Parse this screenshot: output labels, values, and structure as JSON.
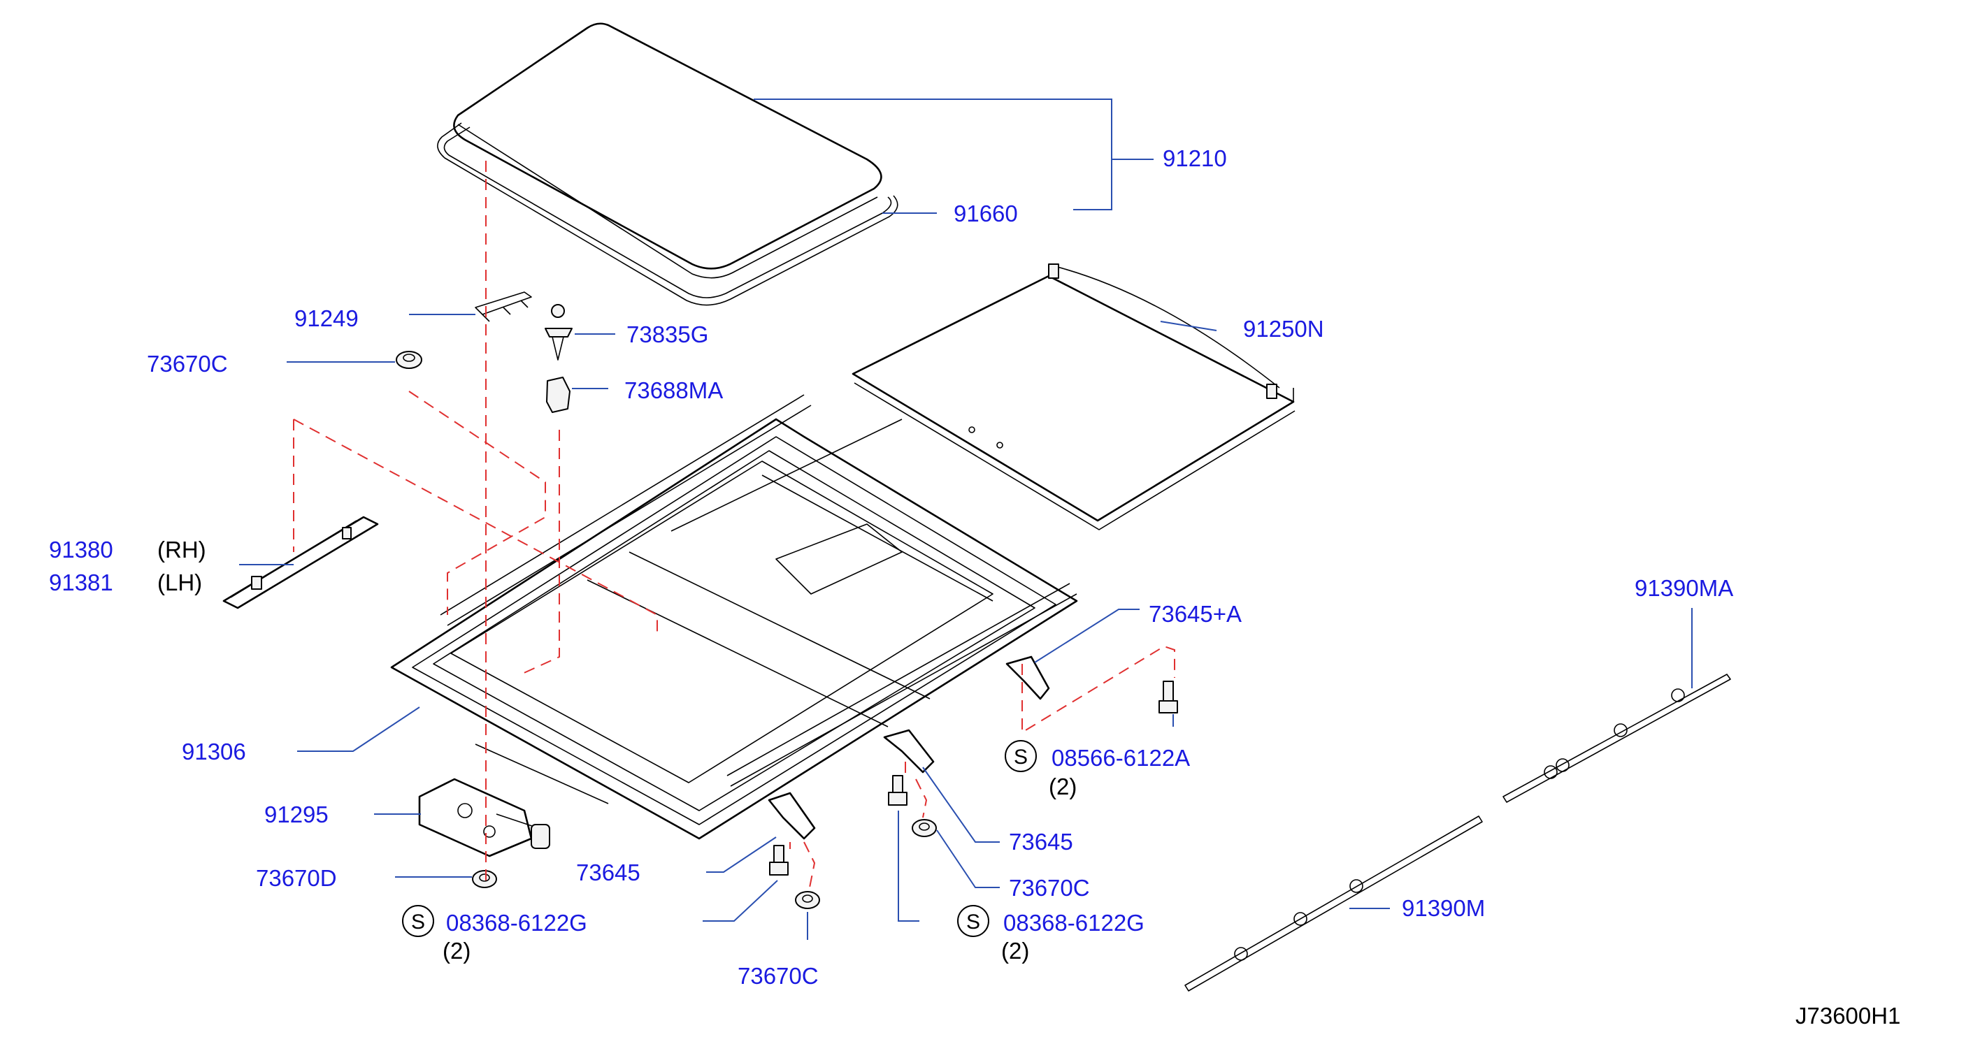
{
  "diagram_code": "J73600H1",
  "service_mark": "S",
  "labels": {
    "l91210": "91210",
    "l91660": "91660",
    "l91249": "91249",
    "l73835G": "73835G",
    "l73670C_top": "73670C",
    "l73688MA": "73688MA",
    "l91250N": "91250N",
    "l91380": "91380",
    "l91380_side": "(RH)",
    "l91381": "91381",
    "l91381_side": "(LH)",
    "l91390MA": "91390MA",
    "l73645A": "73645+A",
    "l08566": "08566-6122A",
    "l08566_qty": "(2)",
    "l91306": "91306",
    "l91295": "91295",
    "l73645_right": "73645",
    "l73670D": "73670D",
    "l73645_mid": "73645",
    "l73670C_right": "73670C",
    "l08368_left": "08368-6122G",
    "l08368_left_qty": "(2)",
    "l08368_right": "08368-6122G",
    "l08368_right_qty": "(2)",
    "l91390M": "91390M",
    "l73670C_bottom": "73670C"
  }
}
